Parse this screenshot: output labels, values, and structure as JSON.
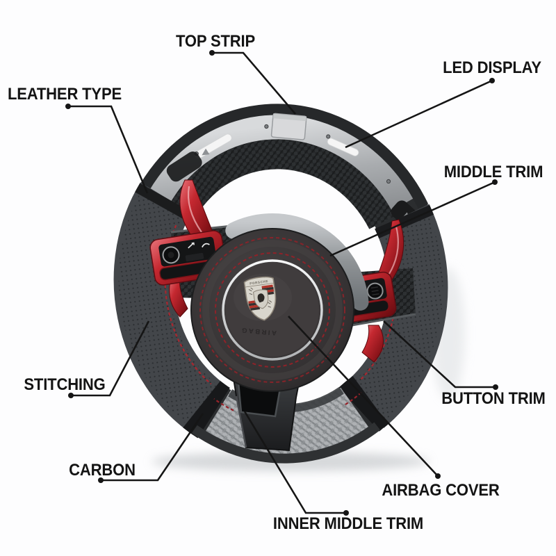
{
  "diagram": {
    "subject": "Custom carbon fiber steering wheel with LED display - labeled parts diagram",
    "background": "#fdfdfe",
    "label_color": "#141414",
    "accent_red": "#b2212a",
    "strip_silver": "#a9acaf",
    "labels": {
      "top_strip": "TOP STRIP",
      "led_display": "LED DISPLAY",
      "leather_type": "LEATHER TYPE",
      "middle_trim": "MIDDLE TRIM",
      "stitching": "STITCHING",
      "button_trim": "BUTTON TRIM",
      "carbon": "CARBON",
      "airbag_cover": "AIRBAG COVER",
      "inner_middle_trim": "INNER MIDDLE TRIM"
    },
    "wheel_text": {
      "airbag": "AIRBAG",
      "crest": "PORSCHE"
    }
  }
}
